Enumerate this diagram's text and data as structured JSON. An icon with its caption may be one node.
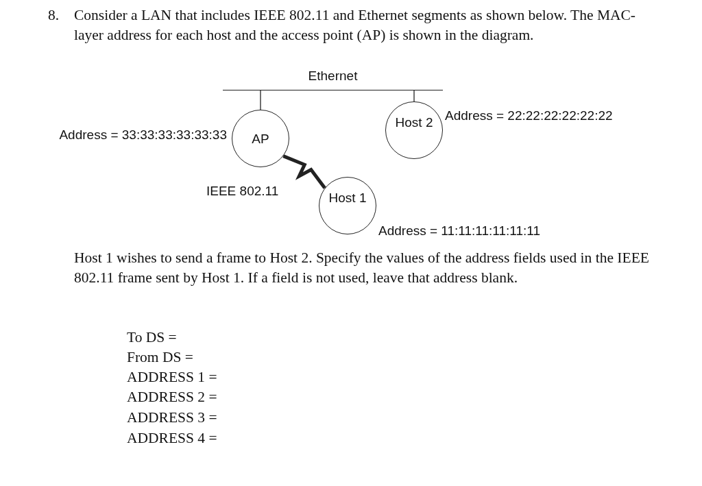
{
  "diagram": {
    "nodes": [
      {
        "text": [
          "Ethernet"
        ]
      },
      {
        "text": [
          "AP"
        ],
        "beside": [
          "Address = 33:33:33:33:33:33"
        ]
      },
      {
        "text": [
          "Host 2"
        ],
        "beside": [
          "Address = 22:22:22:22:22:22"
        ]
      },
      {
        "text": [
          "Host 1"
        ],
        "beside": [
          "Address = 11:11:11:11:11:11"
        ]
      }
    ],
    "edges": [
      {
        "from": 0,
        "to": 1,
        "arrow": "none"
      },
      {
        "from": 0,
        "to": 2,
        "arrow": "none"
      },
      {
        "from": 1,
        "to": 3,
        "arrow": "none",
        "style": "thick"
      }
    ],
    "labels": [
      "8.",
      "Consider a LAN that includes IEEE 802.11 and Ethernet segments as shown below. The MAC-layer address for each host and the access point (AP) is shown in the diagram.",
      "IEEE 802.11",
      "Host 1 wishes to send a frame to Host 2. Specify the values of the address fields used in the IEEE 802.11 frame sent by Host 1. If a field is not used, leave that address blank.",
      "To DS =",
      "From DS =",
      "ADDRESS 1 =",
      "ADDRESS 2 =",
      "ADDRESS 3 =",
      "ADDRESS 4 ="
    ]
  }
}
